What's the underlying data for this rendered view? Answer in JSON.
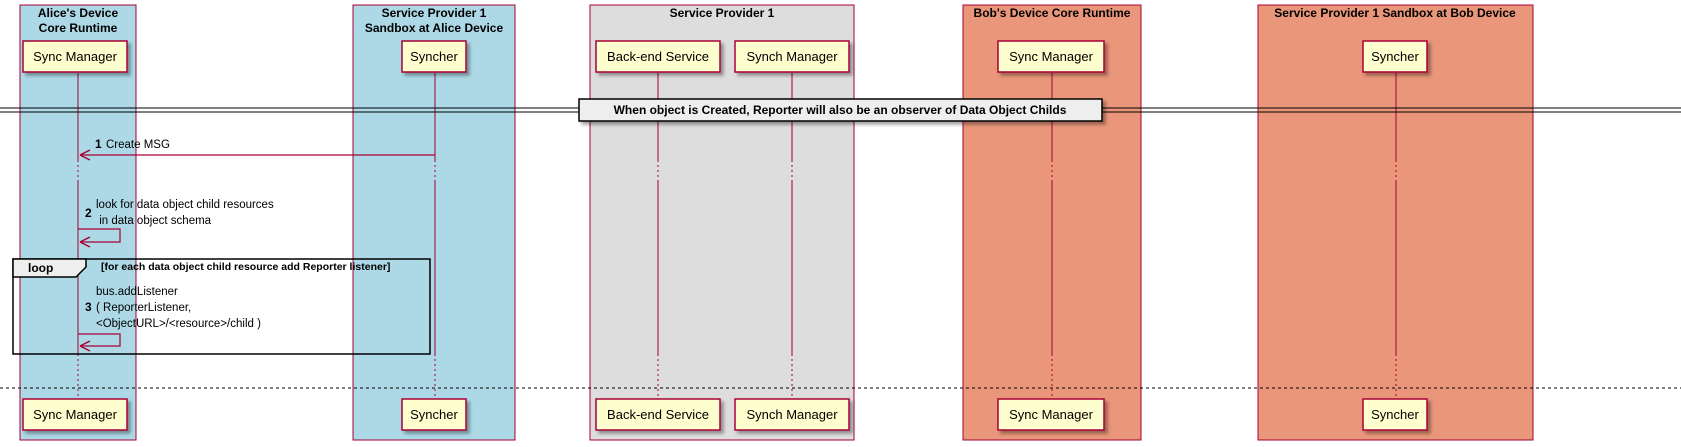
{
  "boxes": [
    {
      "title_lines": [
        "Alice's Device",
        "Core Runtime"
      ],
      "color": "#ADD8E6"
    },
    {
      "title_lines": [
        "Service Provider 1",
        "Sandbox at Alice Device"
      ],
      "color": "#ADD8E6"
    },
    {
      "title_lines": [
        "Service Provider 1"
      ],
      "color": "#DDDDDD"
    },
    {
      "title_lines": [
        "Bob's Device Core Runtime"
      ],
      "color": "#E9967A"
    },
    {
      "title_lines": [
        "Service Provider 1 Sandbox at Bob Device"
      ],
      "color": "#E9967A"
    }
  ],
  "participants": [
    {
      "label": "Sync Manager"
    },
    {
      "label": "Syncher"
    },
    {
      "label": "Back-end Service"
    },
    {
      "label": "Synch Manager"
    },
    {
      "label": "Sync Manager"
    },
    {
      "label": "Syncher"
    }
  ],
  "divider": {
    "label": "When object is Created, Reporter will also be an observer of Data Object Childs"
  },
  "messages": [
    {
      "number": "1",
      "lines": [
        "Create MSG"
      ]
    },
    {
      "number": "2",
      "lines": [
        "look for data object child resources",
        " in data object schema"
      ]
    },
    {
      "number": "3",
      "lines": [
        "bus.addListener",
        "( ReporterListener,",
        "<ObjectURL>/<resource>/child )"
      ]
    }
  ],
  "loop": {
    "keyword": "loop",
    "condition": "[for each data object child resource add Reporter listener]"
  },
  "colors": {
    "line": "#A80036",
    "participant_fill": "#FEFECE"
  }
}
